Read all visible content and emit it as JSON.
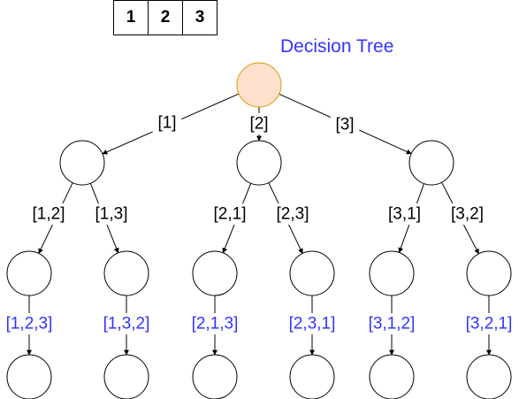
{
  "input_array": [
    "1",
    "2",
    "3"
  ],
  "title": "Decision Tree",
  "colors": {
    "root_fill": "#ffe0cc",
    "root_stroke": "#d79b00",
    "result_label": "#3333ff",
    "edge": "#000000"
  },
  "tree": {
    "root": {
      "children": [
        {
          "edge_label": "[1]",
          "children": [
            {
              "edge_label": "[1,2]",
              "result": "[1,2,3]"
            },
            {
              "edge_label": "[1,3]",
              "result": "[1,3,2]"
            }
          ]
        },
        {
          "edge_label": "[2]",
          "children": [
            {
              "edge_label": "[2,1]",
              "result": "[2,1,3]"
            },
            {
              "edge_label": "[2,3]",
              "result": "[2,3,1]"
            }
          ]
        },
        {
          "edge_label": "[3]",
          "children": [
            {
              "edge_label": "[3,1]",
              "result": "[3,1,2]"
            },
            {
              "edge_label": "[3,2]",
              "result": "[3,2,1]"
            }
          ]
        }
      ]
    }
  }
}
